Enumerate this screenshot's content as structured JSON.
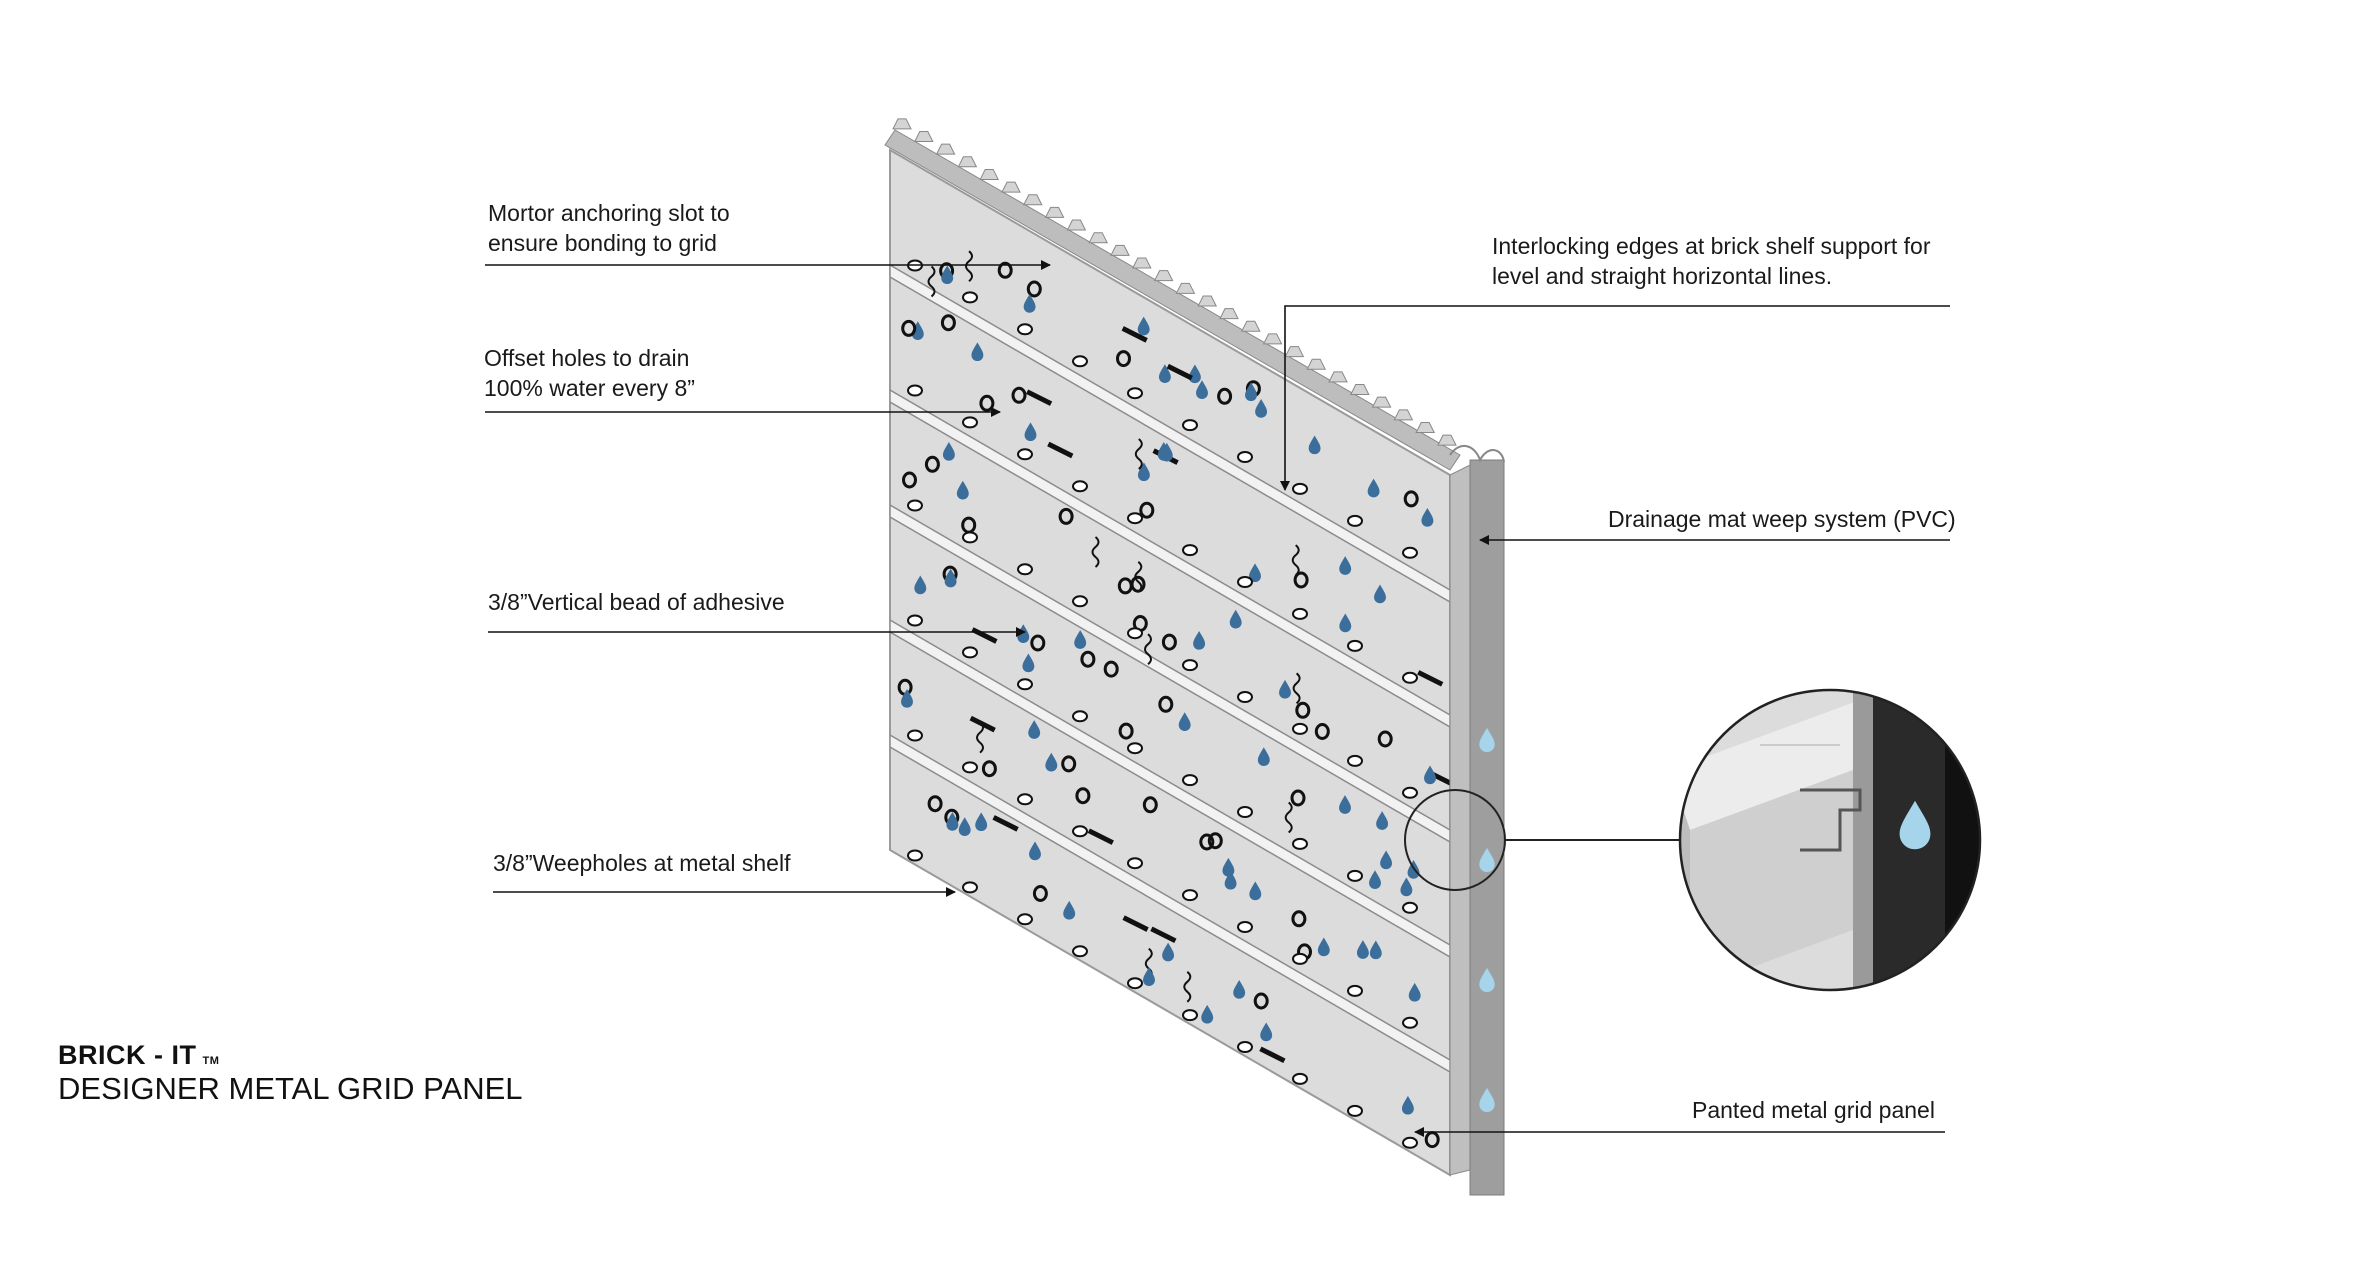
{
  "callouts": {
    "mortar_slot": [
      "Mortor anchoring slot to",
      "ensure bonding to grid"
    ],
    "offset_holes": [
      "Offset holes to drain",
      "100% water every 8”"
    ],
    "vertical_bead": "3/8”Vertical bead of adhesive",
    "weepholes": "3/8”Weepholes at metal shelf",
    "interlocking": [
      "Interlocking edges at brick shelf support for",
      "level and straight horizontal lines."
    ],
    "drainage_mat": "Drainage mat weep system (PVC)",
    "painted_panel": "Panted metal grid panel"
  },
  "brand": {
    "name": "BRICK - IT",
    "trademark": "TM",
    "subtitle": "DESIGNER METAL GRID PANEL"
  },
  "colors": {
    "panel_face": "#dcdcdc",
    "panel_edge": "#a9a9a9",
    "shelf_line": "#8c8c8c",
    "water_drop": "#3c6e9c",
    "light_drop": "#a6d4ea",
    "mat_dark": "#1c1c1c",
    "leader_line": "#111111"
  },
  "icons": [
    "water-drop-icon",
    "oval-hole-icon",
    "mortar-slot-icon",
    "adhesive-squiggle-icon",
    "weephole-icon",
    "arrowhead-icon"
  ]
}
